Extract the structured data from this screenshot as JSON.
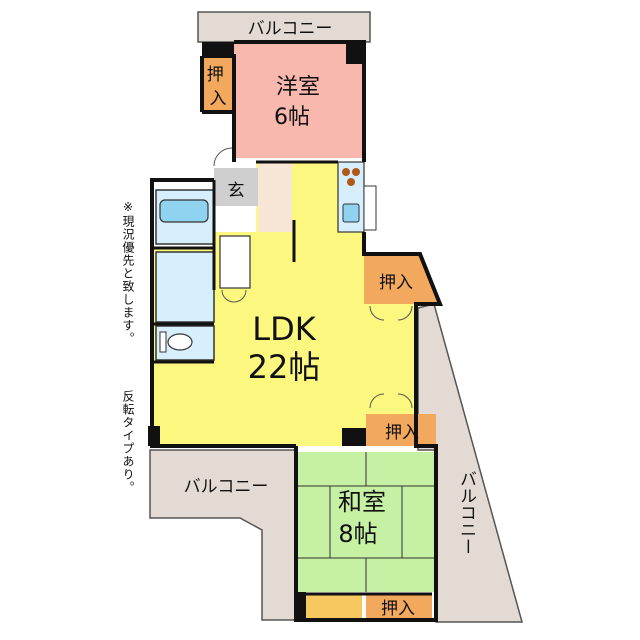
{
  "notes": {
    "priority": "※現況優先と致します。",
    "reversed": "反転タイプあり。"
  },
  "rooms": {
    "western": {
      "name": "洋室",
      "size": "6帖"
    },
    "ldk": {
      "name": "LDK",
      "size": "22帖"
    },
    "japanese": {
      "name": "和室",
      "size": "8帖"
    },
    "entrance": "玄"
  },
  "closets": {
    "western": "押入",
    "ldk_right_top": "押入",
    "ldk_right_bottom": "押入",
    "japanese_bottom": "押入"
  },
  "balconies": {
    "top": "バルコニー",
    "bottom_left": "バルコニー",
    "right": "バルコニー"
  },
  "colors": {
    "western": "#f9b8ae",
    "ldk": "#fbf77f",
    "japanese": "#c6f0a3",
    "closet": "#f2a85d",
    "balcony": "#e3dbd3",
    "bath": "#d7eefc",
    "wall": "#111111"
  }
}
